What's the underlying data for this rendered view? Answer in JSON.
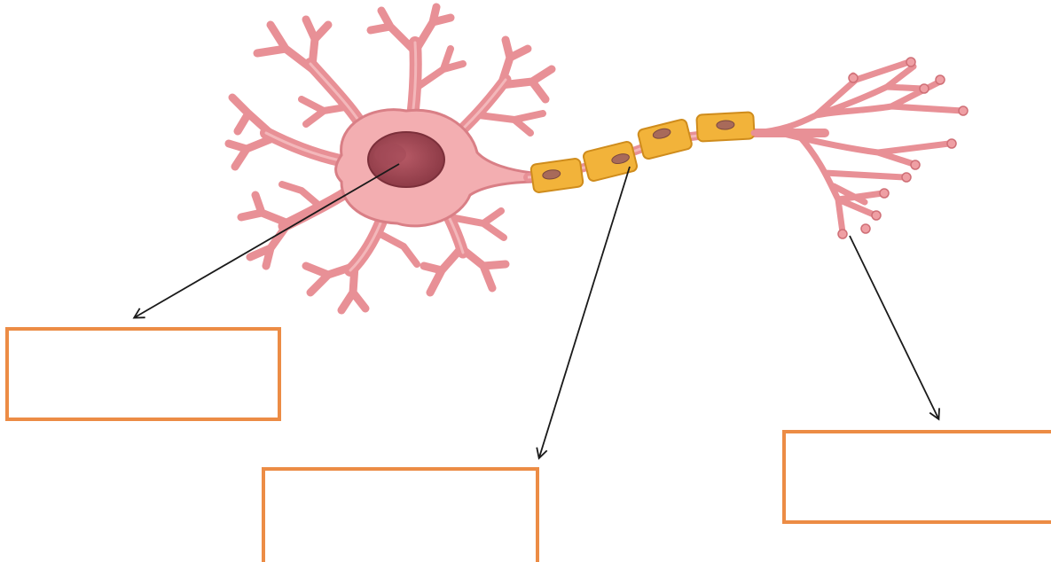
{
  "diagram": {
    "subject": "neuron-structure",
    "colors": {
      "cell_body": "#f3aeb1",
      "cell_outline": "#d97f86",
      "nucleus": "#9a4450",
      "myelin_sheath": "#f2b33a",
      "label_box_border": "#ec8c45",
      "arrow": "#1a1a1a"
    },
    "labels": [
      {
        "id": "nucleus-label",
        "text": ""
      },
      {
        "id": "myelin-sheath-label",
        "text": ""
      },
      {
        "id": "axon-terminal-label",
        "text": ""
      }
    ]
  }
}
